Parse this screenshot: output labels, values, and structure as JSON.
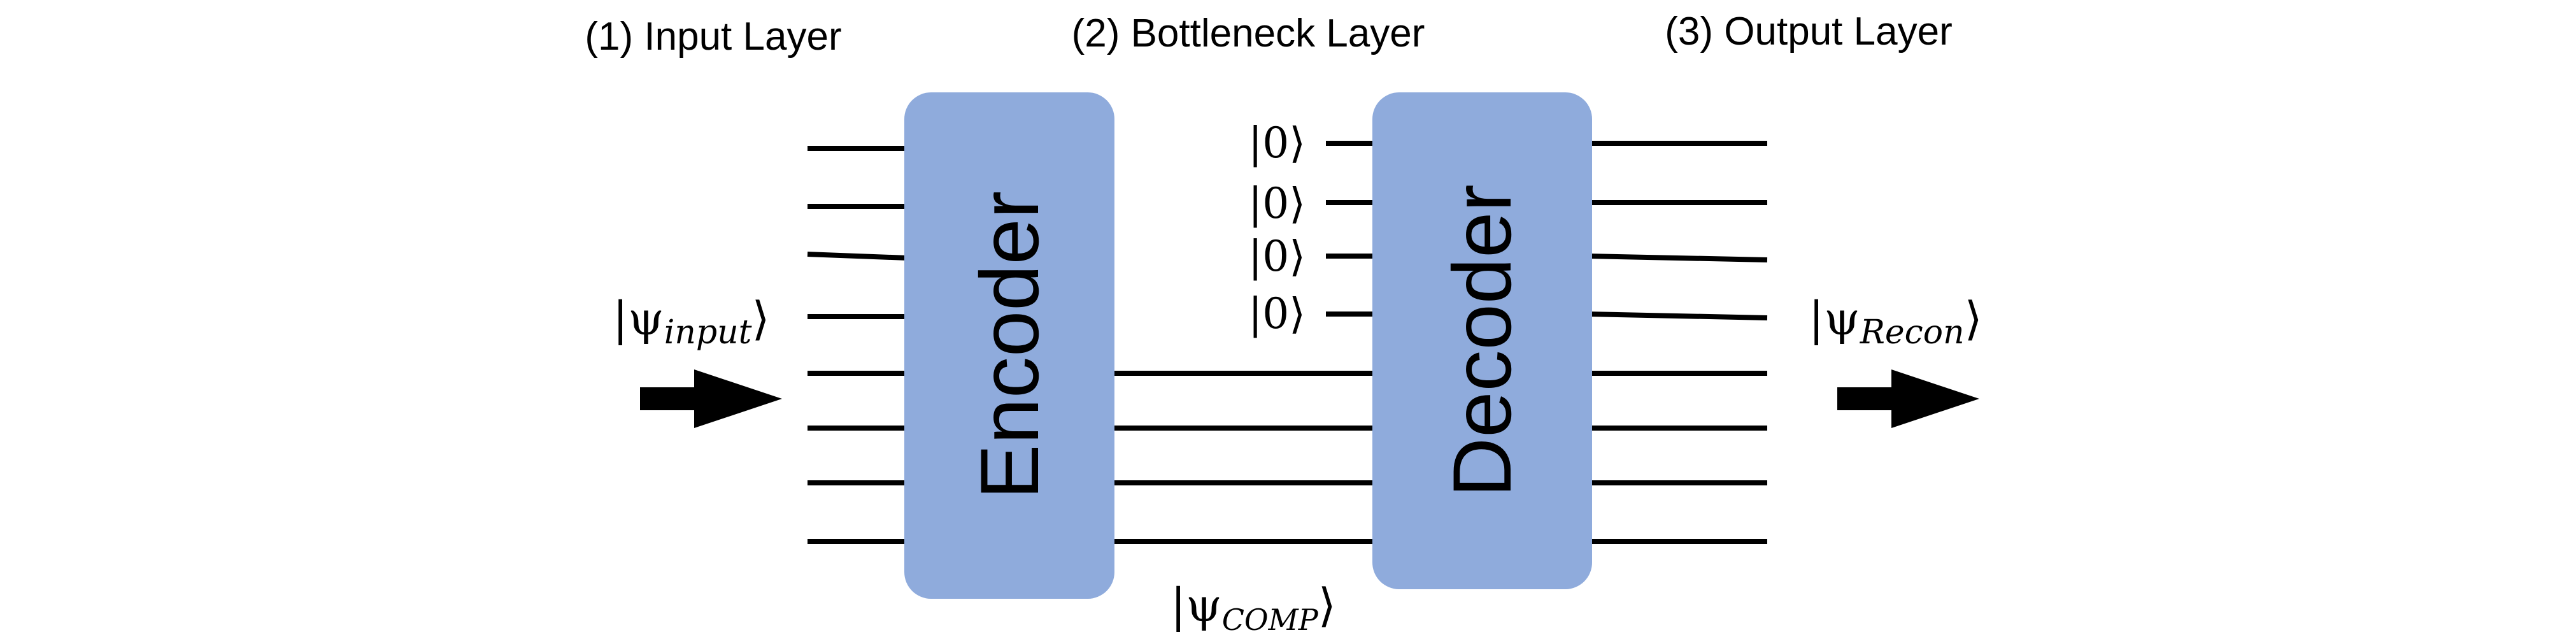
{
  "layers": {
    "input": "(1) Input Layer",
    "bottleneck": "(2) Bottleneck Layer",
    "output": "(3) Output Layer"
  },
  "blocks": {
    "encoder": "Encoder",
    "decoder": "Decoder"
  },
  "states": {
    "input": {
      "symbol": "|ψ",
      "subscript": "input",
      "close": "⟩"
    },
    "comp": {
      "symbol": "|ψ",
      "subscript": "COMP",
      "close": "⟩"
    },
    "recon": {
      "symbol": "|ψ",
      "subscript": "Recon",
      "close": "⟩"
    },
    "zero_ket": "|0⟩"
  },
  "colors": {
    "block_fill": "#8fabdc",
    "wire": "#000000"
  },
  "icons": {
    "input_arrow": "arrow-right-icon",
    "output_arrow": "arrow-right-icon"
  }
}
